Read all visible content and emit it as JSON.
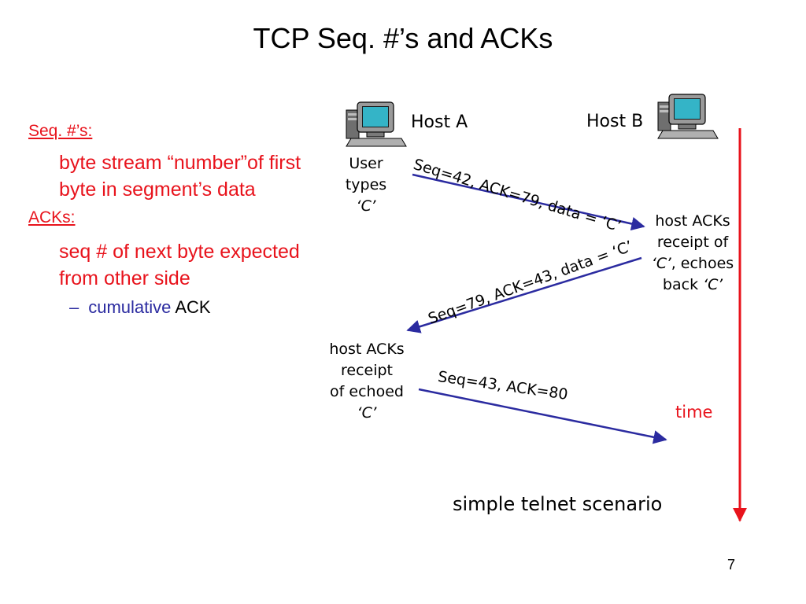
{
  "title": "TCP Seq. #’s and ACKs",
  "left_panel": {
    "seq_heading": "Seq. #’s:",
    "seq_line1": "byte stream “number”of first",
    "seq_line2": "byte in segment’s data",
    "acks_heading": "ACKs:",
    "acks_line1": "seq # of next byte expected",
    "acks_line2": "from other side",
    "bullet_dash": "–",
    "bullet_blue": "cumulative",
    "bullet_black": "ACK"
  },
  "hosts": {
    "a_label": "Host A",
    "b_label": "Host B"
  },
  "notes": {
    "user_line1": "User",
    "user_line2": "types",
    "user_line3": "‘C’",
    "b_line1": "host ACKs",
    "b_line2": "receipt of",
    "b_line3a": "‘C’",
    "b_line3b": ", echoes",
    "b_line4a": "back ",
    "b_line4b": "‘C’",
    "a_line1": "host ACKs",
    "a_line2": "receipt",
    "a_line3": "of echoed",
    "a_line4": "‘C’"
  },
  "messages": {
    "msg1": "Seq=42, ACK=79, data = ‘C’",
    "msg2": "Seq=79, ACK=43, data = ‘C’",
    "msg3": "Seq=43, ACK=80"
  },
  "time_label": "time",
  "caption": "simple telnet scenario",
  "page_number": "7",
  "colors": {
    "accent_red": "#e8131c",
    "arrow_blue": "#2b2ba0",
    "cumulative_blue": "#2b2ba0"
  },
  "icons": [
    "computer-icon-host-a",
    "computer-icon-host-b"
  ]
}
